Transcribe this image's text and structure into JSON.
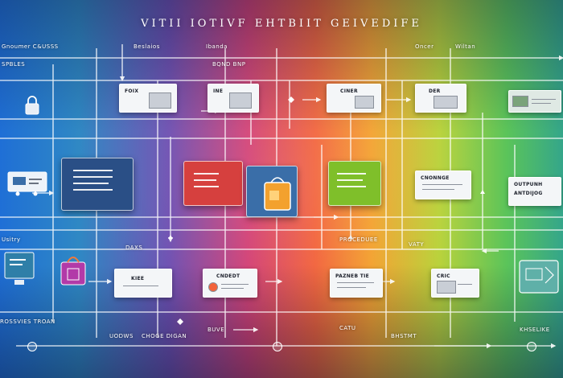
{
  "title": "VITII  IOTIVF  EHTBIIT  GEIVEDIFE",
  "labels": {
    "top_left": "Gnoumer C&USSS",
    "top_banks": "Beslaios",
    "top_banda": "Ibanda",
    "top_sub": "BQND BNP",
    "top_oncer": "Oncer",
    "top_wiltan": "Wiltan",
    "left_spbles": "SPBLES",
    "left_usitry": "Usitry",
    "left_bottom": "ROSSVIES TROAN",
    "mid_daxs": "DAXS",
    "mid_procedure": "PROCEDUEE",
    "mid_vaty": "VATY",
    "bot_uodws": "UODWS",
    "bot_cnoge": "CHOGE DIGAN",
    "bot_buve": "BUVE",
    "bot_catu": "CATU",
    "bot_bhstmt": "BHSTMT",
    "bot_right": "KHSELIKE"
  },
  "cards": {
    "top1": "FOIX",
    "top2": "INE",
    "top3": "CINER",
    "top4": "DER",
    "right_mid": "CNONNGE",
    "right_out": "OUTPUNH",
    "right_out2": "ANTDIJOG",
    "bot1": "KIEE",
    "bot2": "CNDEDT",
    "bot3": "PAZNEB TIE",
    "bot4": "CRIC"
  },
  "colors": {
    "panel_blue": "#2a4f86",
    "panel_red": "#d6403e",
    "panel_green": "#7fbf2a",
    "panel_teal": "#3a9aa8"
  },
  "icons": [
    "lock-icon",
    "cart-icon",
    "bag-icon",
    "monitor-icon",
    "folder-icon",
    "shopping-bag-icon"
  ]
}
